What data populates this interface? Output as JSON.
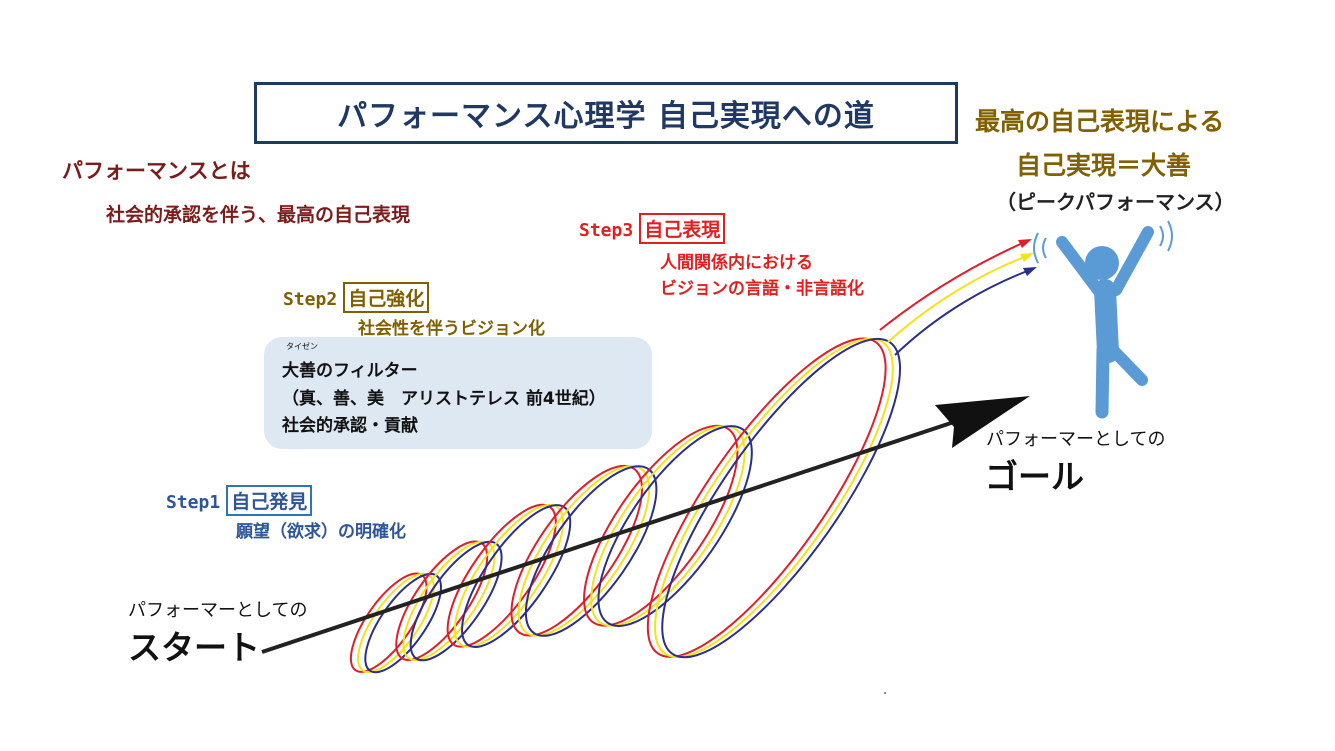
{
  "title": "パフォーマンス心理学 自己実現への道",
  "performance": {
    "heading": "パフォーマンスとは",
    "definition": "社会的承認を伴う、最高の自己表現"
  },
  "goal_statement": {
    "line1": "最高の自己表現による",
    "line2": "自己実現＝大善",
    "line3": "（ピークパフォーマンス）"
  },
  "steps": [
    {
      "label": "Step1",
      "name": "自己発見",
      "desc": [
        "願望（欲求）の明確化"
      ]
    },
    {
      "label": "Step2",
      "name": "自己強化",
      "desc": [
        "社会性を伴うビジョン化"
      ]
    },
    {
      "label": "Step3",
      "name": "自己表現",
      "desc": [
        "人間関係内における",
        "ビジョンの言語・非言語化"
      ]
    }
  ],
  "filter": {
    "ruby": "タイゼン",
    "line1": "大善のフィルター",
    "line2": "（真、善、美　アリストテレス 前4世紀）",
    "line3": "社会的承認・貢献"
  },
  "start": {
    "small": "パフォーマーとしての",
    "big": "スタート"
  },
  "goal": {
    "small": "パフォーマーとしての",
    "big": "ゴール"
  },
  "colors": {
    "title": "#1f3864",
    "maroon": "#7b1c1c",
    "gold": "#806000",
    "step1": "#2e5597",
    "step2": "#7f6000",
    "step3": "#e02020",
    "loop_red": "#e01e2a",
    "loop_yellow": "#f5e21a",
    "loop_blue": "#2b2f86",
    "figure": "#5b9bd5",
    "filter_bg": "#dde8f3"
  }
}
